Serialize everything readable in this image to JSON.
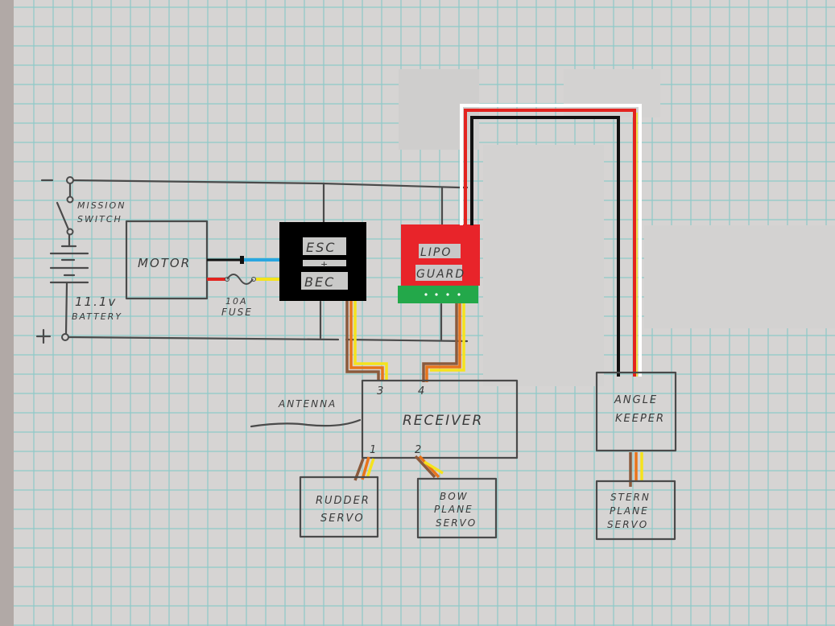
{
  "diagram": {
    "title": "RC submarine wiring diagram",
    "components": {
      "battery": {
        "polarity_negative": "-",
        "polarity_positive": "+",
        "voltage_label": "11.1v",
        "name_label": "BATTERY"
      },
      "switch": {
        "line1": "MISSION",
        "line2": "SWITCH"
      },
      "motor": {
        "label": "MOTOR"
      },
      "fuse": {
        "line1": "10A",
        "line2": "FUSE"
      },
      "esc": {
        "line1": "ESC",
        "line2": "+",
        "line3": "BEC"
      },
      "lipo_guard": {
        "line1": "LIPO",
        "line2": "GUARD"
      },
      "receiver": {
        "label": "RECEIVER",
        "channels": [
          "1",
          "2",
          "3",
          "4"
        ]
      },
      "antenna": {
        "label": "ANTENNA"
      },
      "rudder_servo": {
        "line1": "RUDDER",
        "line2": "SERVO"
      },
      "bow_plane_servo": {
        "line1": "BOW",
        "line2": "PLANE",
        "line3": "SERVO"
      },
      "angle_keeper": {
        "line1": "ANGLE",
        "line2": "KEEPER"
      },
      "stern_plane_servo": {
        "line1": "STERN",
        "line2": "PLANE",
        "line3": "SERVO"
      }
    },
    "colors": {
      "paper": "#d6d4d3",
      "grid": "#8ec9c8",
      "pencil": "#4a4a4a",
      "esc_fill": "#000000",
      "lipo_fill": "#e8242a",
      "lipo_strip": "#23a84a",
      "wire_brown": "#8b5a3c",
      "wire_orange": "#e8741a",
      "wire_yellow": "#f5e31c",
      "wire_red": "#e3231f",
      "wire_black": "#111111",
      "wire_white": "#ffffff",
      "wire_blue": "#2aa6e0",
      "erased": "#d3d2d1"
    }
  }
}
